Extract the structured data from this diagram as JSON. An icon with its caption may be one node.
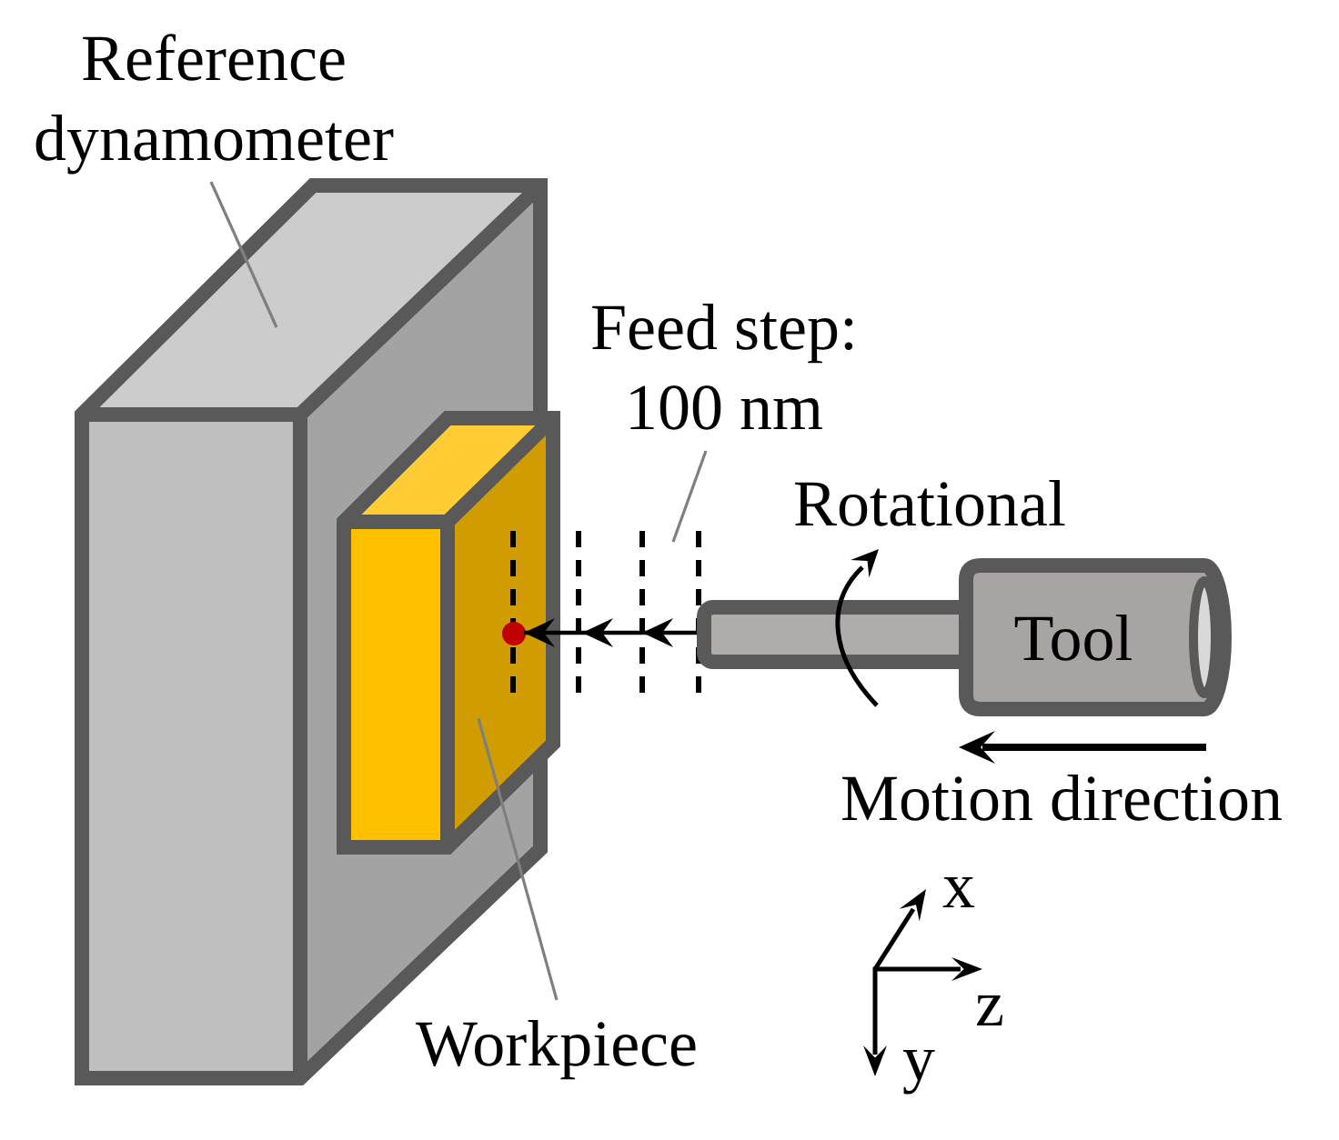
{
  "diagram": {
    "nodes": [
      {
        "text": [
          "Reference dynamometer"
        ]
      },
      {
        "text": [],
        "shape": "box"
      },
      {
        "text": [
          "Feed step: 100 nm"
        ]
      },
      {
        "text": [],
        "shape": "box"
      },
      {
        "text": [],
        "shape": "circle",
        "in": 3
      },
      {
        "text": [
          "Tool"
        ]
      },
      {
        "text": [
          "Workpiece"
        ]
      }
    ],
    "edges": [
      {
        "from": 0,
        "to": 1,
        "arrow": "none"
      },
      {
        "from": 2,
        "to": null,
        "arrow": "none"
      },
      {
        "from": 5,
        "to": 4,
        "arrow": "to",
        "color": "#000000"
      },
      {
        "from": 6,
        "to": 3,
        "arrow": "none"
      }
    ],
    "labels": [
      "Rotational",
      "Motion direction",
      "x",
      "z",
      "y"
    ]
  }
}
